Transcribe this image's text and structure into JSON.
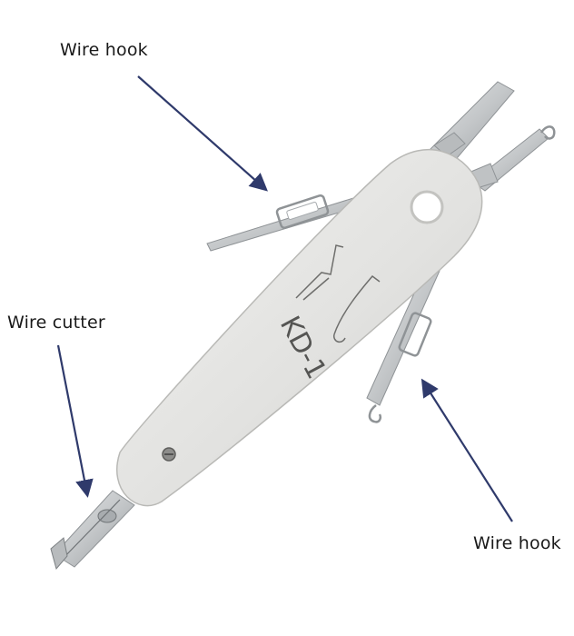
{
  "callouts": {
    "top_hook": "Wire hook",
    "cutter": "Wire cutter",
    "bottom_hook": "Wire hook"
  },
  "tool": {
    "model": "KD-1"
  },
  "colors": {
    "handle": "#e2e2e0",
    "handle_edge": "#b9b9b6",
    "metal": "#c9ccce",
    "metal_dark": "#8f9396",
    "arrow": "#2f3a6b"
  },
  "icons": [
    "screw-icon",
    "hook-icon",
    "blade-icon"
  ]
}
